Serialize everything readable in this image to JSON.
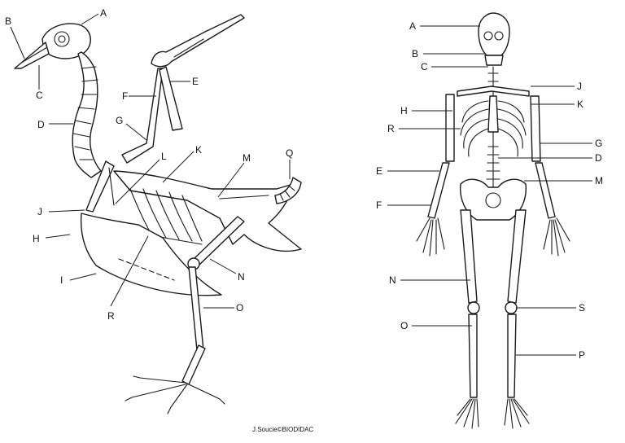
{
  "bird": {
    "labels": [
      "A",
      "B",
      "C",
      "D",
      "E",
      "F",
      "G",
      "H",
      "I",
      "J",
      "K",
      "L",
      "M",
      "N",
      "O",
      "Q",
      "R"
    ]
  },
  "human": {
    "labels": [
      "A",
      "B",
      "C",
      "D",
      "E",
      "F",
      "G",
      "H",
      "J",
      "K",
      "M",
      "N",
      "O",
      "P",
      "R",
      "S"
    ]
  },
  "credit": "J.Soucie©BIODIDAC"
}
